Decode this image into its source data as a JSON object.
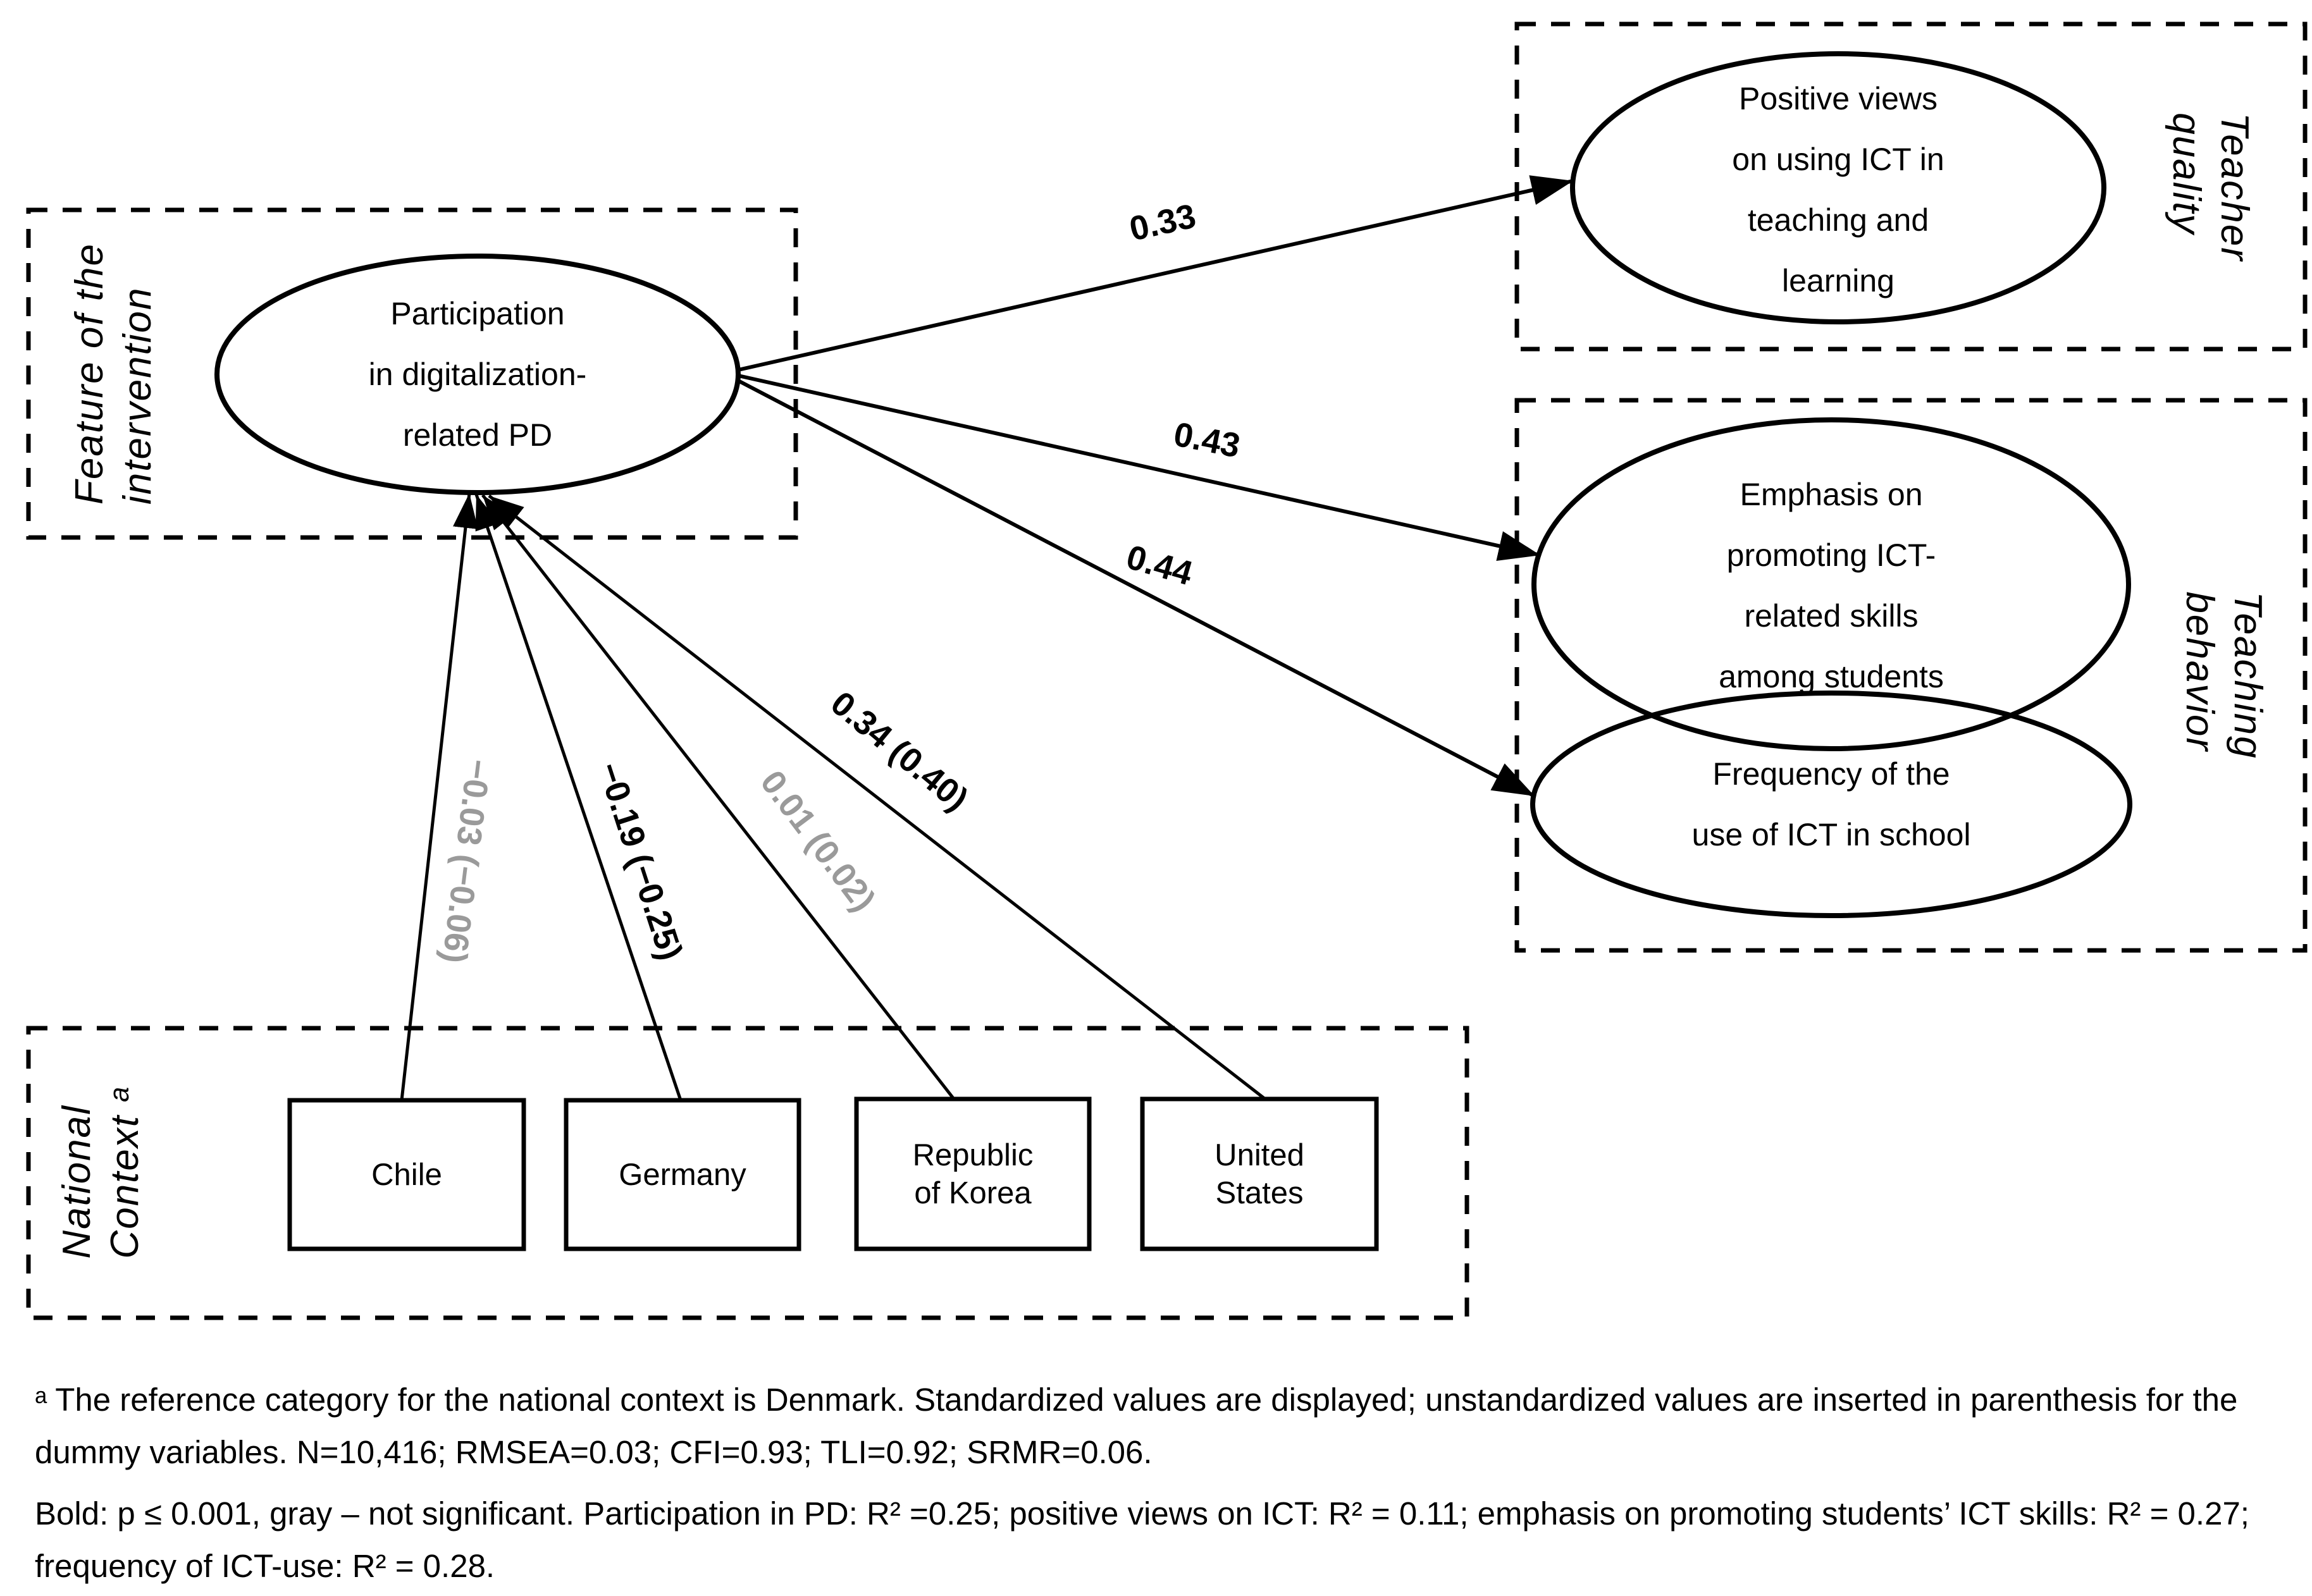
{
  "groups": {
    "feature": {
      "line1": "Feature of the",
      "line2": "intervention"
    },
    "teacher_quality": {
      "line1": "Teacher",
      "line2": "quality"
    },
    "teaching_behavior": {
      "line1": "Teaching",
      "line2": "behavior"
    },
    "national_context": {
      "line1": "National",
      "line2": "Context ᵃ"
    }
  },
  "nodes": {
    "participation": {
      "line1": "Participation",
      "line2": "in digitalization-",
      "line3": "related PD"
    },
    "positive_views": {
      "line1": "Positive views",
      "line2": "on using ICT in",
      "line3": "teaching and",
      "line4": "learning"
    },
    "emphasis": {
      "line1": "Emphasis on",
      "line2": "promoting ICT-",
      "line3": "related skills",
      "line4": "among students"
    },
    "frequency": {
      "line1": "Frequency of the",
      "line2": "use of ICT in school"
    },
    "chile": {
      "line1": "Chile"
    },
    "germany": {
      "line1": "Germany"
    },
    "republic_of_korea": {
      "line1": "Republic",
      "line2": "of Korea"
    },
    "united_states": {
      "line1": "United",
      "line2": "States"
    }
  },
  "path_coefficients": {
    "pd_to_positive_views": "0.33",
    "pd_to_emphasis": "0.43",
    "pd_to_frequency": "0.44",
    "chile_to_pd": "−0.03 (−0.06)",
    "germany_to_pd": "−0.19 (−0.25)",
    "korea_to_pd": "0.01 (0.02)",
    "united_states_to_pd": "0.34 (0.40)"
  },
  "colors": {
    "significant_black": "#000000",
    "not_significant_gray": "#9a9a9a"
  },
  "footnotes": {
    "note1": "ᵃ The reference category for the national context is Denmark. Standardized values are displayed; unstandardized values are inserted in parenthesis for the dummy variables. N=10,416; RMSEA=0.03; CFI=0.93; TLI=0.92; SRMR=0.06.",
    "note2": "Bold: p ≤ 0.001, gray – not significant. Participation in PD: R² =0.25; positive views on ICT: R² = 0.11; emphasis on promoting students’ ICT skills: R² = 0.27; frequency of ICT-use: R² = 0.28."
  }
}
